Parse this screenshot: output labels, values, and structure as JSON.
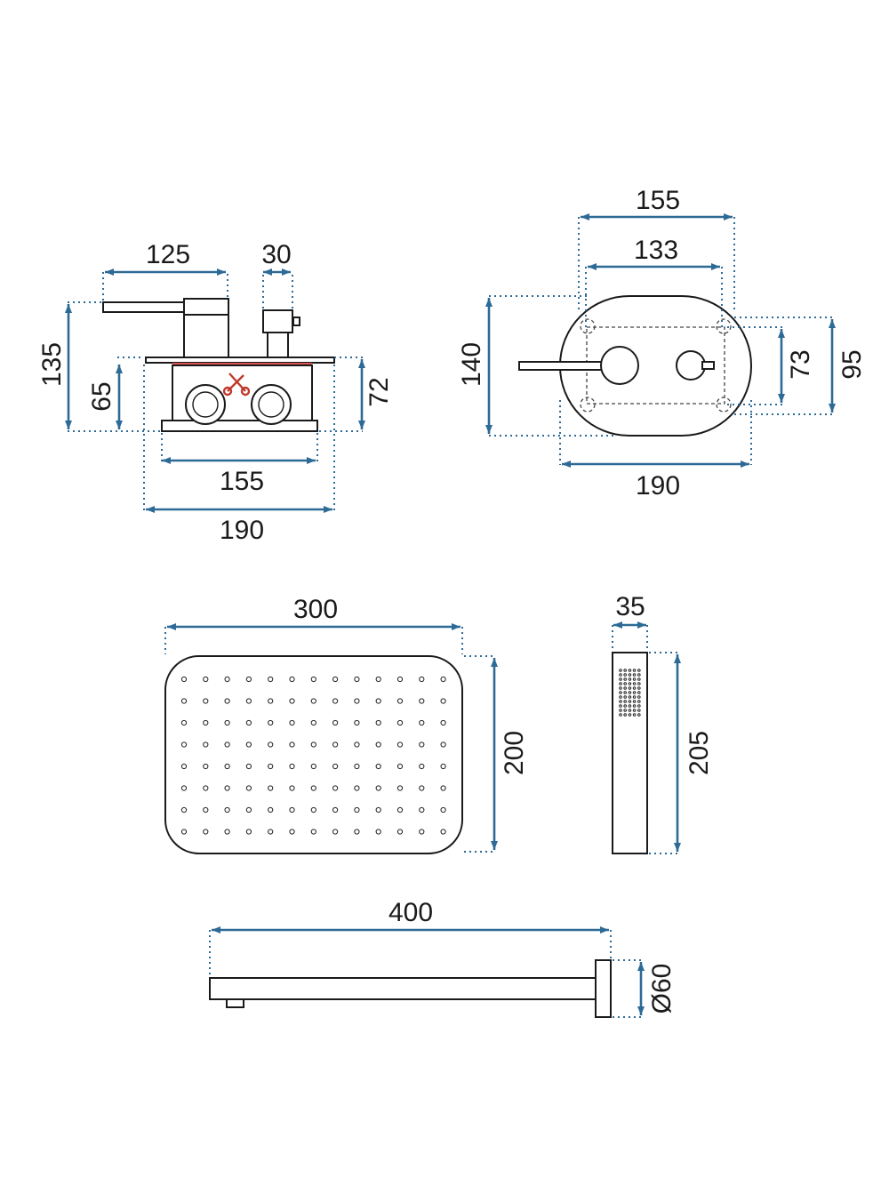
{
  "colors": {
    "dimension_line": "#2e6a96",
    "outline": "#1a1a1a",
    "scissors": "#c0392b",
    "cut_line": "#d9534f"
  },
  "icons": [
    "scissors-icon"
  ],
  "mixer_side": {
    "width_lever": "125",
    "width_knob": "30",
    "height_total": "135",
    "height_box": "65",
    "height_plate": "72",
    "width_box_inner": "155",
    "width_box_outer": "190"
  },
  "mixer_front": {
    "width_outer_top": "155",
    "width_inner_top": "133",
    "height_plate": "140",
    "height_inner": "73",
    "height_outer": "95",
    "width_plate": "190"
  },
  "shower_head": {
    "width": "300",
    "height": "200"
  },
  "hand_shower": {
    "width": "35",
    "height": "205"
  },
  "shower_arm": {
    "length": "400",
    "flange_diameter": "Ø60"
  }
}
